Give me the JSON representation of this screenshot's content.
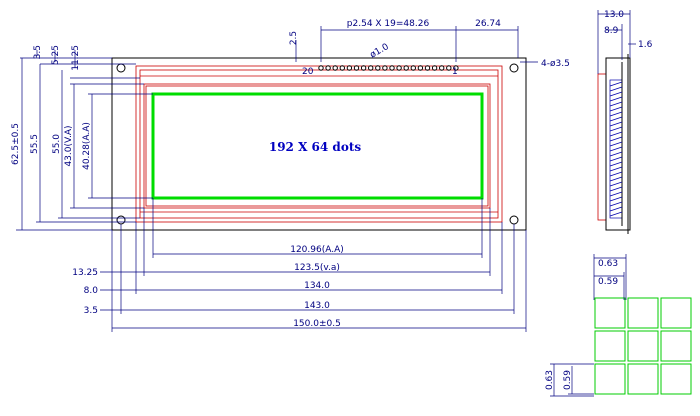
{
  "labels": {
    "center": "192 X 64 dots",
    "pitch": "p2.54 X 19=48.26",
    "pin_offset": "26.74",
    "pin_gap": "2.5",
    "pin_diam": "ø1.0",
    "pin_first": "20",
    "pin_last": "1",
    "hole": "4-ø3.5",
    "top_left": [
      "3.5",
      "5.25",
      "11.25"
    ],
    "left_vert": [
      "62.5±0.5",
      "55.5",
      "55.0",
      "43.0(V.A)",
      "40.28(A.A)"
    ],
    "bottom": [
      "120.96(A.A)",
      "123.5(v.a)",
      "134.0",
      "143.0",
      "150.0±0.5"
    ],
    "bottom_left": [
      "13.25",
      "8.0",
      "3.5"
    ],
    "side": [
      "13.0",
      "8.9",
      "1.6"
    ],
    "dot": [
      "0.63",
      "0.59",
      "0.63",
      "0.59"
    ]
  }
}
